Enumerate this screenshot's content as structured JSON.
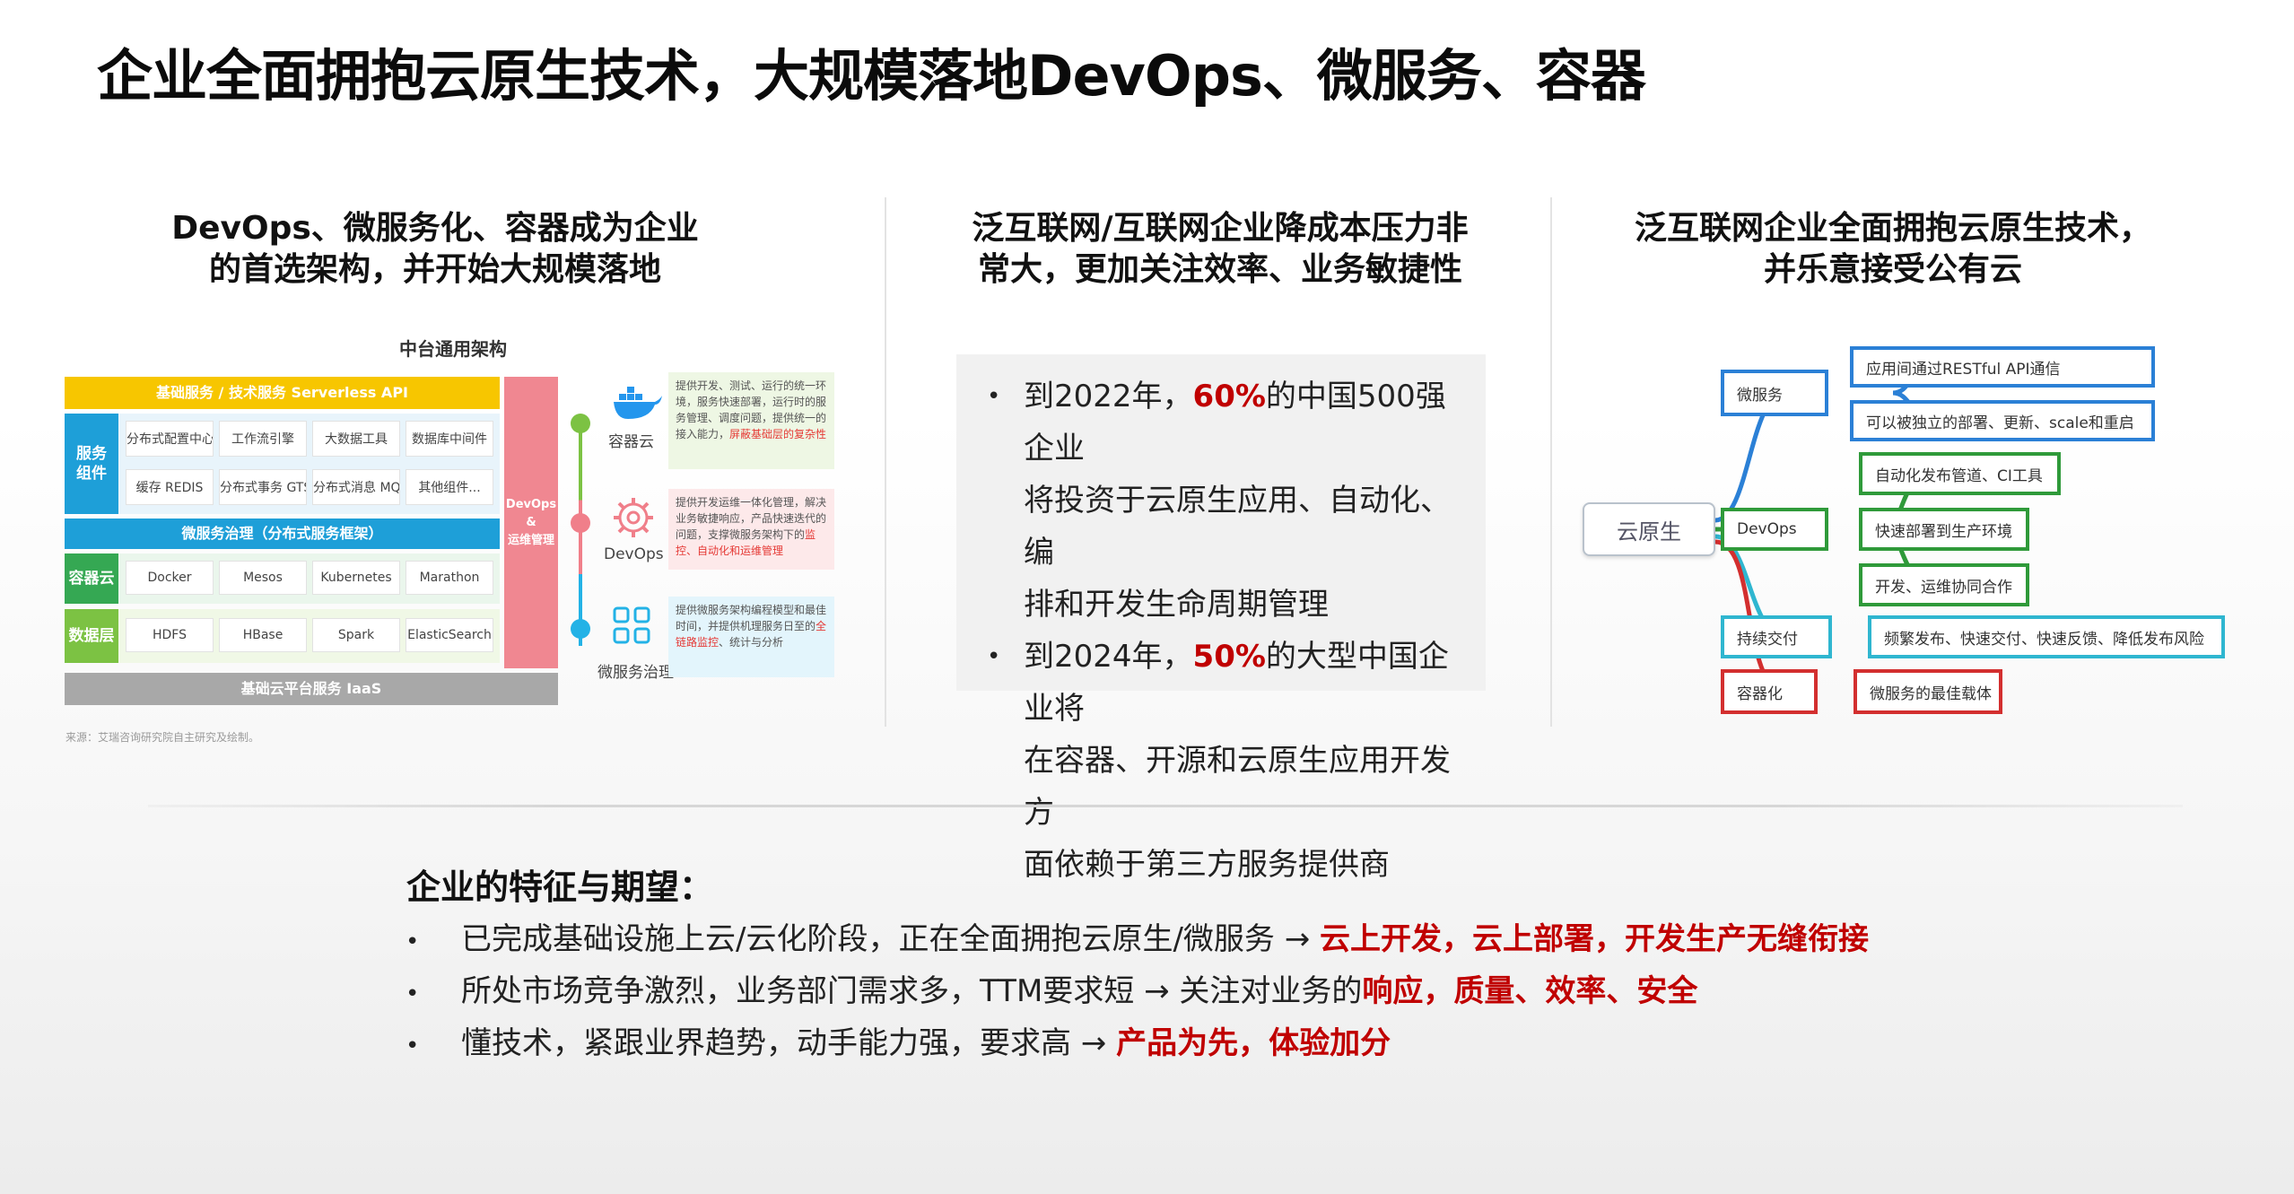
{
  "title": "企业全面拥抱云原生技术，大规模落地DevOps、微服务、容器",
  "columns": [
    {
      "line1": "DevOps、微服务化、容器成为企业",
      "line2": "的首选架构，并开始大规模落地"
    },
    {
      "line1": "泛互联网/互联网企业降成本压力非",
      "line2": "常大，更加关注效率、业务敏捷性"
    },
    {
      "line1": "泛互联网企业全面拥抱云原生技术，",
      "line2": "并乐意接受公有云"
    }
  ],
  "arch": {
    "title": "中台通用架构",
    "top_bar": "基础服务 / 技术服务 Serverless API",
    "service_side": "服务\n组件",
    "service_cells": [
      "分布式配置中心",
      "工作流引擎",
      "大数据工具",
      "数据库中间件",
      "缓存 REDIS",
      "分布式事务 GTS",
      "分布式消息 MQ",
      "其他组件..."
    ],
    "governance_bar": "微服务治理（分布式服务框架）",
    "container_side": "容器云",
    "container_cells": [
      "Docker",
      "Mesos",
      "Kubernetes",
      "Marathon"
    ],
    "data_side": "数据层",
    "data_cells": [
      "HDFS",
      "HBase",
      "Spark",
      "ElasticSearch"
    ],
    "bottom_bar": "基础云平台服务 IaaS",
    "pillar": "DevOps\n&\n运维管理",
    "icons": [
      {
        "label": "容器云",
        "icon": "docker-whale-icon"
      },
      {
        "label": "DevOps",
        "icon": "gear-icon"
      },
      {
        "label": "微服务治理",
        "icon": "grid-squares-icon"
      }
    ],
    "descs": [
      {
        "pre": "提供开发、测试、运行的统一环境，服务快速部署，运行时的服务管理、调度问题，提供统一的接入能力，",
        "em": "屏蔽基础层的复杂性",
        "post": ""
      },
      {
        "pre": "提供开发运维一体化管理，解决业务敏捷响应，产品快速迭代的问题，支撑微服务架构下的",
        "em": "监控、自动化和运维管理",
        "post": ""
      },
      {
        "pre": "提供微服务架构编程模型和最佳时间，并提供机理服务日至的",
        "em": "全链路监控",
        "post": "、统计与分析"
      }
    ],
    "source": "来源：艾瑞咨询研究院自主研究及绘制。"
  },
  "stats": [
    {
      "pre": "到2022年，",
      "hl": "60%",
      "post1": "的中国500强企业",
      "line2": "将投资于云原生应用、自动化、编",
      "line3": "排和开发生命周期管理"
    },
    {
      "pre": "到2024年，",
      "hl": "50%",
      "post1": "的大型中国企业将",
      "line2": "在容器、开源和云原生应用开发方",
      "line3": "面依赖于第三方服务提供商"
    }
  ],
  "mindmap": {
    "root": "云原生",
    "branches": [
      {
        "label": "微服务",
        "color": "#2b80d6",
        "leaves": [
          "应用间通过RESTful API通信",
          "可以被独立的部署、更新、scale和重启"
        ]
      },
      {
        "label": "DevOps",
        "color": "#2f9a3a",
        "leaves": [
          "自动化发布管道、CI工具",
          "快速部署到生产环境",
          "开发、运维协同合作"
        ]
      },
      {
        "label": "持续交付",
        "color": "#2fb6d0",
        "leaves": [
          "频繁发布、快速交付、快速反馈、降低发布风险"
        ]
      },
      {
        "label": "容器化",
        "color": "#d32f2f",
        "leaves": [
          "微服务的最佳载体"
        ]
      }
    ]
  },
  "bottom": {
    "title": "企业的特征与期望：",
    "bullet": "•",
    "lines": [
      {
        "text": "已完成基础设施上云/云化阶段，正在全面拥抱云原生/微服务 → ",
        "red": "云上开发，云上部署，开发生产无缝衔接"
      },
      {
        "text": "所处市场竞争激烈，业务部门需求多，TTM要求短 → 关注对业务的",
        "red": "响应，质量、效率、安全"
      },
      {
        "text": "懂技术，紧跟业界趋势，动手能力强，要求高 → ",
        "red": "产品为先，体验加分"
      }
    ]
  }
}
